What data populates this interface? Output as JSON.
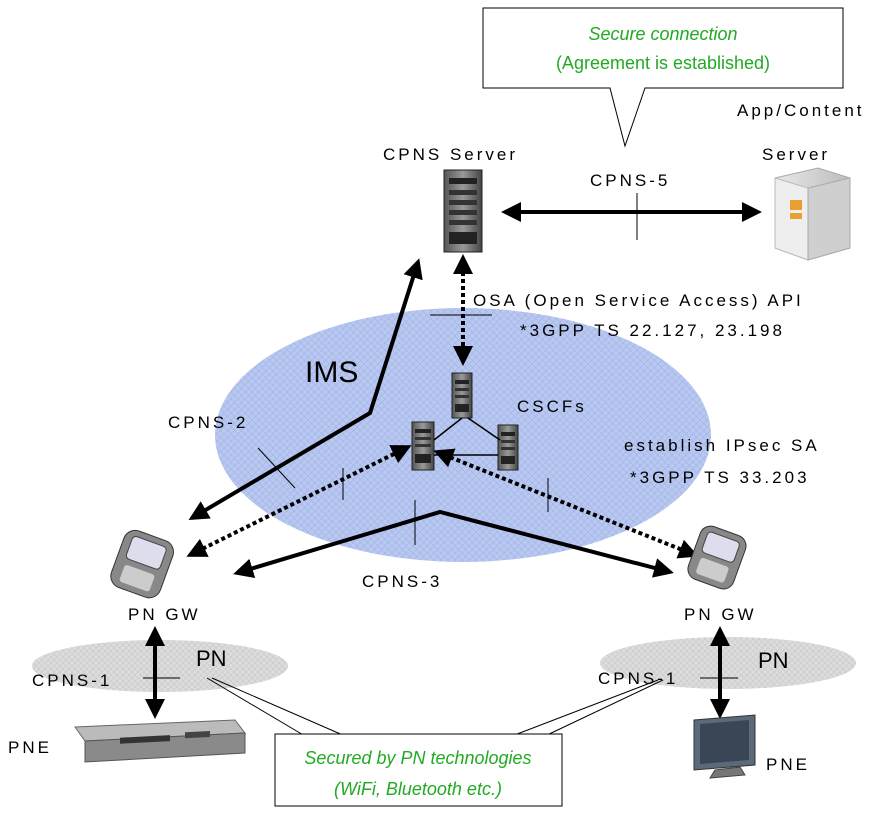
{
  "callouts": {
    "secure_line1": "Secure connection",
    "secure_line2": "(Agreement is established)",
    "pn_line1": "Secured by PN technologies",
    "pn_line2": "(WiFi, Bluetooth etc.)"
  },
  "servers": {
    "cpns_server": "CPNS Server",
    "app_line1": "App/Content",
    "app_line2": "Server"
  },
  "interfaces": {
    "cpns5": "CPNS-5",
    "cpns2": "CPNS-2",
    "cpns3": "CPNS-3",
    "cpns1_left": "CPNS-1",
    "cpns1_right": "CPNS-1"
  },
  "annotations": {
    "osa_line1": "OSA (Open Service Access) API",
    "osa_line2": "*3GPP TS 22.127, 23.198",
    "ipsec_line1": "establish IPsec SA",
    "ipsec_line2": "*3GPP TS 33.203"
  },
  "network": {
    "ims": "IMS",
    "cscfs": "CSCFs",
    "pn_left": "PN",
    "pn_right": "PN"
  },
  "devices": {
    "pngw_left": "PN GW",
    "pngw_right": "PN GW",
    "pne_left": "PNE",
    "pne_right": "PNE"
  },
  "colors": {
    "ims_fill": "#b8c8f0",
    "pn_fill": "#dcdcdc",
    "callout_text": "#22aa22"
  }
}
